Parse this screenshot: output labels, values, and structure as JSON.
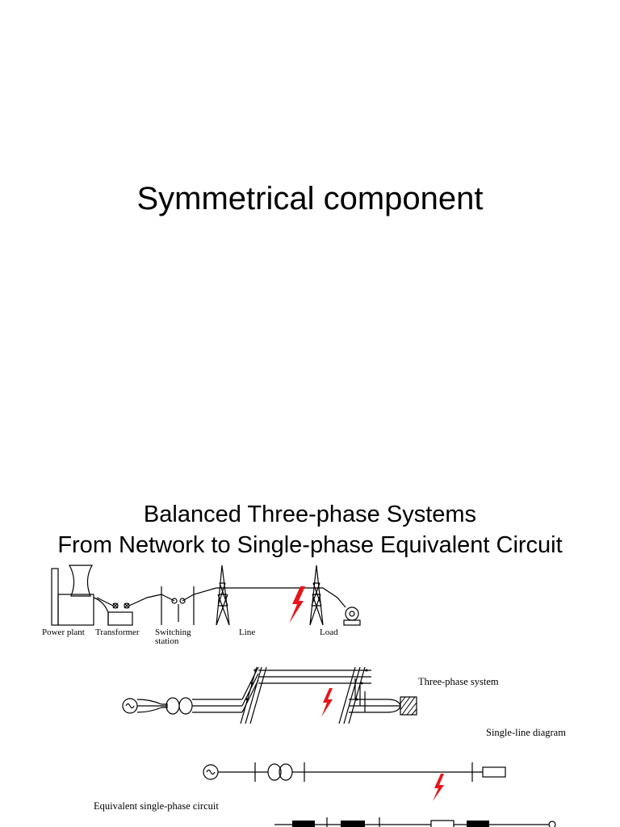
{
  "slide1": {
    "title": "Symmetrical component"
  },
  "slide2": {
    "title_line1": "Balanced Three-phase Systems",
    "title_line2": "From Network to Single-phase Equivalent Circuit",
    "network_labels": {
      "power_plant": "Power plant",
      "transformer": "Transformer",
      "switching_line1": "Switching",
      "switching_line2": "station",
      "line": "Line",
      "load": "Load"
    },
    "three_phase_label": "Three-phase system",
    "single_line_label": "Single-line diagram",
    "equivalent_label": "Equivalent single-phase circuit",
    "accent_colors": {
      "fault": "#e8141a",
      "ink": "#000000"
    }
  }
}
